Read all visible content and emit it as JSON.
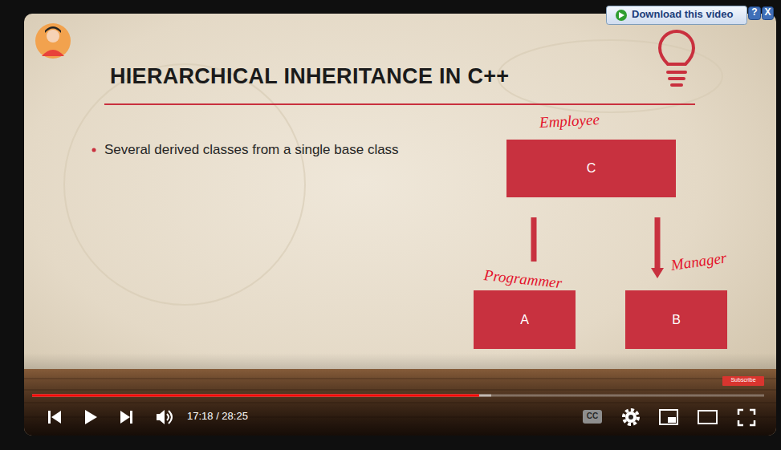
{
  "diagram": {
    "title": "HIERARCHICAL INHERITANCE IN C++",
    "nodes": [
      {
        "text": [
          "Employee",
          "C"
        ]
      },
      {
        "text": [
          "Programmer",
          "A"
        ]
      },
      {
        "text": [
          "Manager",
          "B"
        ]
      }
    ],
    "edges": [
      {
        "from": 0,
        "to": 1,
        "arrow": "none"
      },
      {
        "from": 0,
        "to": 2,
        "arrow": "to"
      }
    ],
    "labels": [
      "Several derived classes from a single base class",
      "Subscribe",
      "17:18 / 28:25",
      "CC",
      "Download this video",
      "?",
      "X"
    ]
  }
}
